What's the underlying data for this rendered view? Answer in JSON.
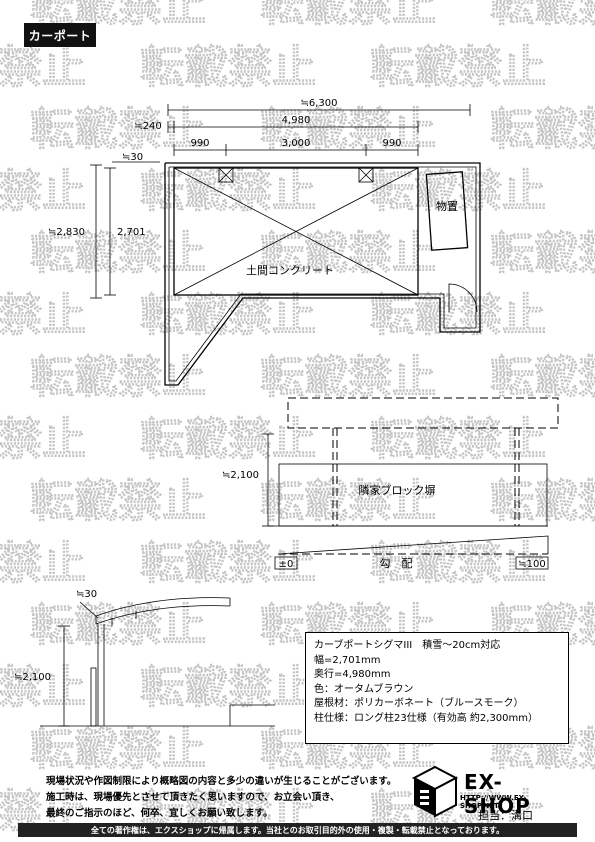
{
  "header": {
    "title": "カーポート"
  },
  "watermark": {
    "text": "転載禁止"
  },
  "plan": {
    "dim_total_width": "≒6,300",
    "dim_offset": "≒240",
    "dim_carport_width": "4,980",
    "dim_left_gap": "990",
    "dim_post_span": "3,000",
    "dim_right_gap": "990",
    "dim_roof_edge": "≒30",
    "dim_total_depth": "≒2,830",
    "dim_carport_depth": "2,701",
    "storage_label": "物置",
    "floor_label": "土間コンクリート"
  },
  "elevation": {
    "dim_height": "≒2,100",
    "wall_label": "隣家ブロック塀",
    "level_left": "±0",
    "slope_label": "勾　配",
    "level_right": "≒100"
  },
  "side": {
    "dim_roof_edge": "≒30",
    "dim_height": "≒2,100"
  },
  "specs": [
    "カーブポートシグマIII　積雪～20cm対応",
    "幅=2,701mm",
    "奥行=4,980mm",
    "色：オータムブラウン",
    "屋根材：ポリカーボネート（ブルースモーク）",
    "柱仕様：ロング柱23仕様（有効高 約2,300mm）"
  ],
  "notes": [
    "現場状況や作図制限により概略図の内容と多少の違いが生じることがございます。",
    "施工時は、現場優先とさせて頂きたく思いますので、お立会い頂き、",
    "最終のご指示のほど、何卒、宜しくお願い致します。"
  ],
  "logo": {
    "name": "EX-SHOP",
    "url": "HTTP://WWW.EX-SHOP.NET",
    "staff": "担当：溝口"
  },
  "footer": {
    "text": "全ての著作権は、エクスショップに帰属します。当社とのお取引目的外の使用・複製・転載禁止となっております。"
  }
}
